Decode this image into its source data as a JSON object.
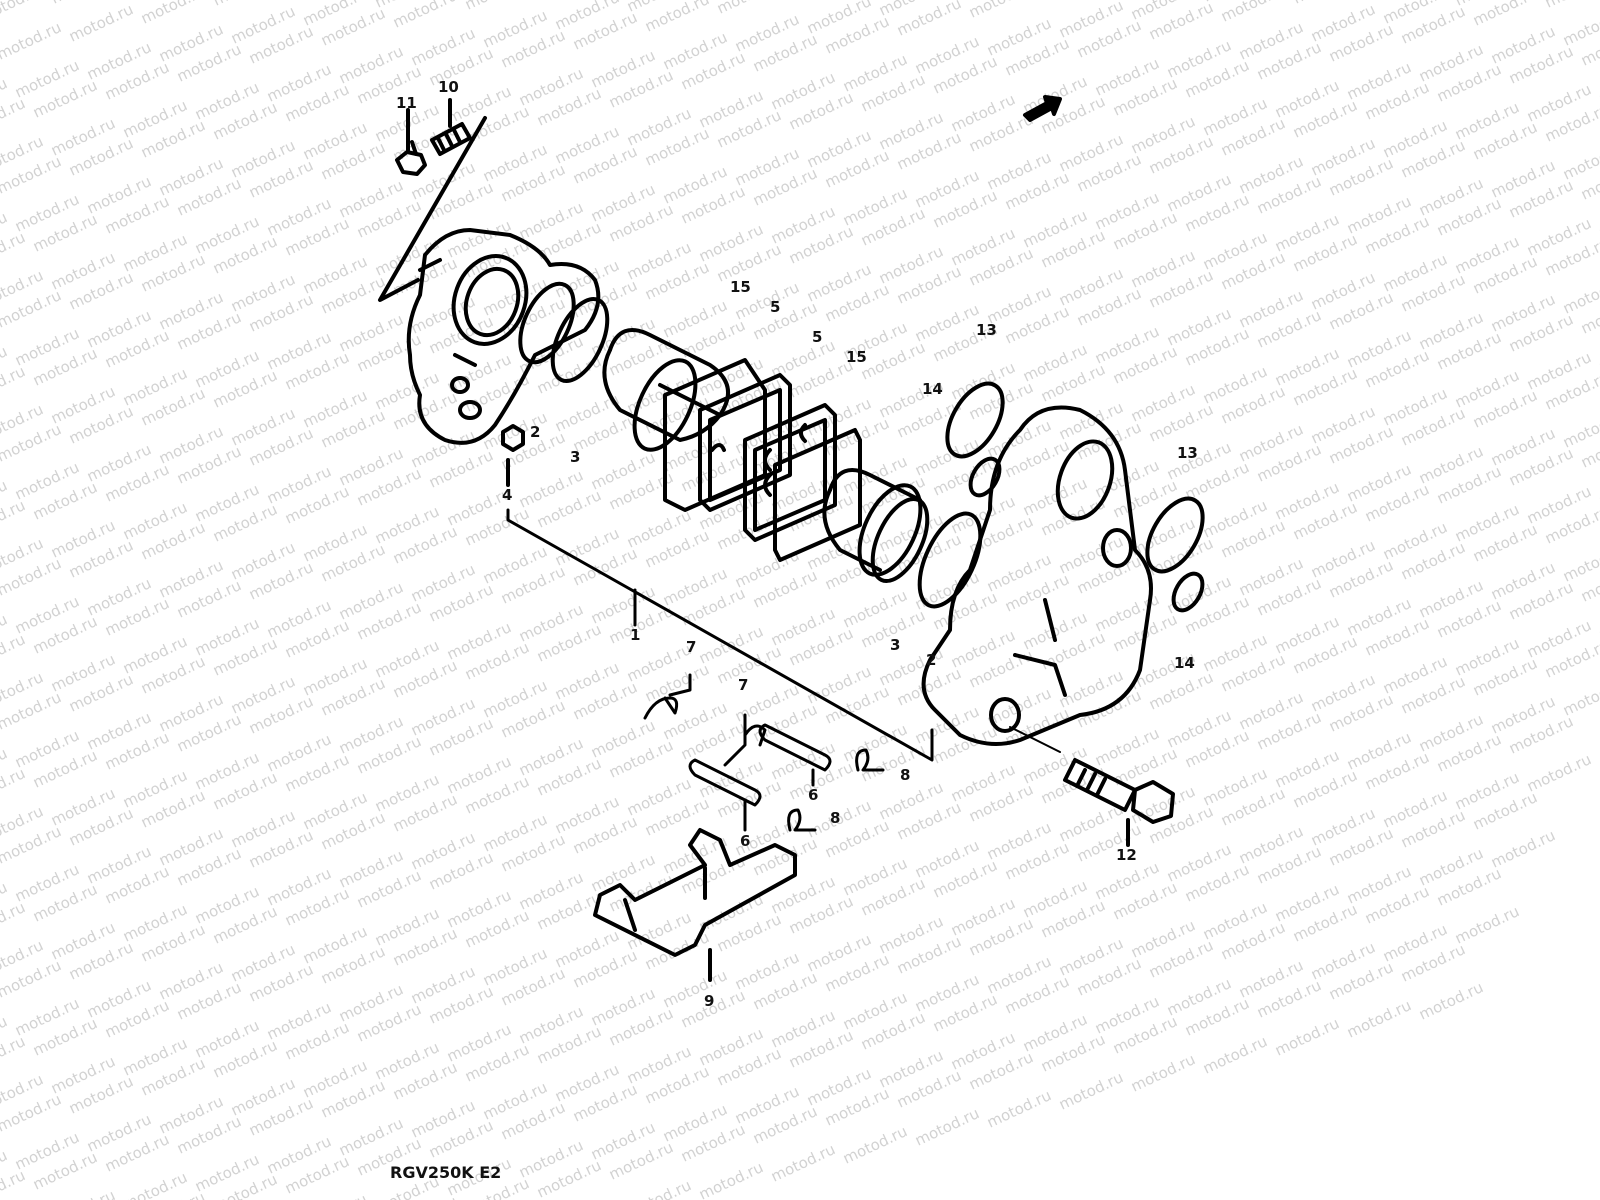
{
  "watermark": {
    "text": "motod.ru",
    "color": "#d2d2d2"
  },
  "diagram": {
    "line_color": "#000000",
    "caption": "RGV250K E2",
    "part_labels": {
      "p1": "1",
      "p2a": "2",
      "p2b": "2",
      "p3a": "3",
      "p3b": "3",
      "p4": "4",
      "p5a": "5",
      "p5b": "5",
      "p6a": "6",
      "p6b": "6",
      "p7a": "7",
      "p7b": "7",
      "p8a": "8",
      "p8b": "8",
      "p9": "9",
      "p10": "10",
      "p11": "11",
      "p12": "12",
      "p13a": "13",
      "p13b": "13",
      "p14a": "14",
      "p14b": "14",
      "p15a": "15",
      "p15b": "15"
    },
    "direction_icon": "front-arrow-icon"
  }
}
